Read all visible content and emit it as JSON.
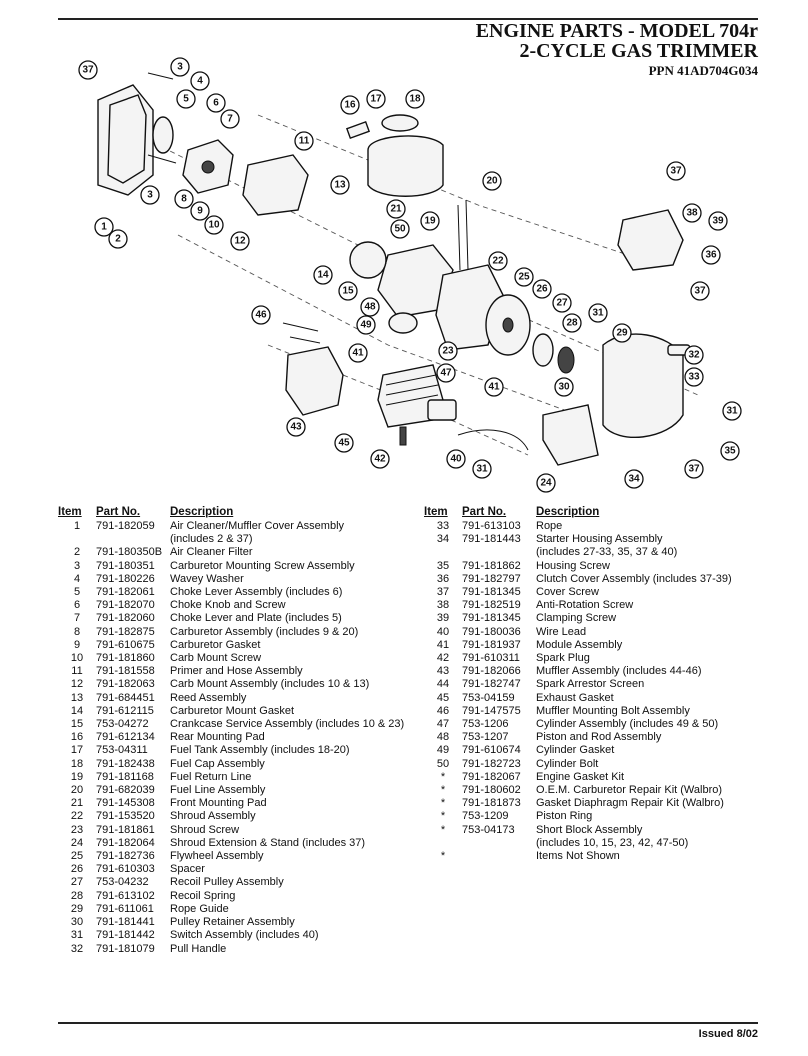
{
  "header": {
    "title_line1": "ENGINE PARTS - MODEL 704r",
    "title_line2": "2-CYCLE GAS TRIMMER",
    "ppn": "PPN 41AD704G034"
  },
  "diagram": {
    "callouts": [
      "37",
      "3",
      "4",
      "5",
      "6",
      "7",
      "16",
      "17",
      "18",
      "11",
      "13",
      "1",
      "2",
      "3",
      "8",
      "9",
      "10",
      "12",
      "20",
      "21",
      "19",
      "50",
      "37",
      "38",
      "39",
      "36",
      "37",
      "14",
      "15",
      "22",
      "25",
      "26",
      "27",
      "28",
      "31",
      "29",
      "48",
      "49",
      "46",
      "41",
      "23",
      "47",
      "32",
      "33",
      "30",
      "41",
      "43",
      "45",
      "42",
      "40",
      "31",
      "24",
      "34",
      "37",
      "35",
      "31"
    ]
  },
  "table": {
    "headers": {
      "item": "Item",
      "part": "Part No.",
      "desc": "Description"
    },
    "left": [
      {
        "item": "1",
        "part": "791-182059",
        "desc": "Air Cleaner/Muffler Cover Assembly"
      },
      {
        "item": "",
        "part": "",
        "desc": "(includes 2 & 37)"
      },
      {
        "item": "2",
        "part": "791-180350B",
        "desc": "Air Cleaner Filter"
      },
      {
        "item": "3",
        "part": "791-180351",
        "desc": "Carburetor Mounting Screw Assembly"
      },
      {
        "item": "4",
        "part": "791-180226",
        "desc": "Wavey Washer"
      },
      {
        "item": "5",
        "part": "791-182061",
        "desc": "Choke Lever Assembly (includes 6)"
      },
      {
        "item": "6",
        "part": "791-182070",
        "desc": "Choke Knob and Screw"
      },
      {
        "item": "7",
        "part": "791-182060",
        "desc": "Choke Lever and Plate (includes 5)"
      },
      {
        "item": "8",
        "part": "791-182875",
        "desc": "Carburetor Assembly (includes 9 & 20)"
      },
      {
        "item": "9",
        "part": "791-610675",
        "desc": "Carburetor Gasket"
      },
      {
        "item": "10",
        "part": "791-181860",
        "desc": "Carb Mount Screw"
      },
      {
        "item": "11",
        "part": "791-181558",
        "desc": "Primer and Hose Assembly"
      },
      {
        "item": "12",
        "part": "791-182063",
        "desc": "Carb Mount Assembly (includes 10 & 13)"
      },
      {
        "item": "13",
        "part": "791-684451",
        "desc": "Reed Assembly"
      },
      {
        "item": "14",
        "part": "791-612115",
        "desc": "Carburetor Mount Gasket"
      },
      {
        "item": "15",
        "part": "753-04272",
        "desc": "Crankcase Service Assembly (includes 10 & 23)"
      },
      {
        "item": "16",
        "part": "791-612134",
        "desc": "Rear Mounting Pad"
      },
      {
        "item": "17",
        "part": "753-04311",
        "desc": "Fuel Tank Assembly (includes 18-20)"
      },
      {
        "item": "18",
        "part": "791-182438",
        "desc": "Fuel Cap Assembly"
      },
      {
        "item": "19",
        "part": "791-181168",
        "desc": "Fuel Return Line"
      },
      {
        "item": "20",
        "part": "791-682039",
        "desc": "Fuel Line Assembly"
      },
      {
        "item": "21",
        "part": "791-145308",
        "desc": "Front Mounting Pad"
      },
      {
        "item": "22",
        "part": "791-153520",
        "desc": "Shroud Assembly"
      },
      {
        "item": "23",
        "part": "791-181861",
        "desc": "Shroud Screw"
      },
      {
        "item": "24",
        "part": "791-182064",
        "desc": "Shroud Extension & Stand (includes 37)"
      },
      {
        "item": "25",
        "part": "791-182736",
        "desc": "Flywheel Assembly"
      },
      {
        "item": "26",
        "part": "791-610303",
        "desc": "Spacer"
      },
      {
        "item": "27",
        "part": "753-04232",
        "desc": "Recoil Pulley Assembly"
      },
      {
        "item": "28",
        "part": "791-613102",
        "desc": "Recoil Spring"
      },
      {
        "item": "29",
        "part": "791-611061",
        "desc": "Rope Guide"
      },
      {
        "item": "30",
        "part": "791-181441",
        "desc": "Pulley Retainer Assembly"
      },
      {
        "item": "31",
        "part": "791-181442",
        "desc": "Switch Assembly (includes 40)"
      },
      {
        "item": "32",
        "part": "791-181079",
        "desc": "Pull Handle"
      }
    ],
    "right": [
      {
        "item": "33",
        "part": "791-613103",
        "desc": "Rope"
      },
      {
        "item": "34",
        "part": "791-181443",
        "desc": "Starter Housing Assembly"
      },
      {
        "item": "",
        "part": "",
        "desc": "(includes 27-33, 35, 37 & 40)"
      },
      {
        "item": "35",
        "part": "791-181862",
        "desc": "Housing Screw"
      },
      {
        "item": "36",
        "part": "791-182797",
        "desc": "Clutch Cover Assembly (includes 37-39)"
      },
      {
        "item": "37",
        "part": "791-181345",
        "desc": "Cover Screw"
      },
      {
        "item": "38",
        "part": "791-182519",
        "desc": "Anti-Rotation Screw"
      },
      {
        "item": "39",
        "part": "791-181345",
        "desc": "Clamping Screw"
      },
      {
        "item": "40",
        "part": "791-180036",
        "desc": "Wire Lead"
      },
      {
        "item": "41",
        "part": "791-181937",
        "desc": "Module Assembly"
      },
      {
        "item": "42",
        "part": "791-610311",
        "desc": "Spark Plug"
      },
      {
        "item": "43",
        "part": "791-182066",
        "desc": "Muffler Assembly (includes 44-46)"
      },
      {
        "item": "44",
        "part": "791-182747",
        "desc": "Spark Arrestor Screen"
      },
      {
        "item": "45",
        "part": "753-04159",
        "desc": "Exhaust Gasket"
      },
      {
        "item": "46",
        "part": "791-147575",
        "desc": "Muffler Mounting Bolt Assembly"
      },
      {
        "item": "47",
        "part": "753-1206",
        "desc": "Cylinder Assembly (includes 49 & 50)"
      },
      {
        "item": "48",
        "part": "753-1207",
        "desc": "Piston and Rod Assembly"
      },
      {
        "item": "49",
        "part": "791-610674",
        "desc": "Cylinder Gasket"
      },
      {
        "item": "50",
        "part": "791-182723",
        "desc": "Cylinder Bolt"
      },
      {
        "item": "*",
        "part": "791-182067",
        "desc": "Engine Gasket Kit"
      },
      {
        "item": "*",
        "part": "791-180602",
        "desc": "O.E.M. Carburetor Repair Kit (Walbro)"
      },
      {
        "item": "*",
        "part": "791-181873",
        "desc": "Gasket Diaphragm Repair Kit (Walbro)"
      },
      {
        "item": "*",
        "part": "753-1209",
        "desc": "Piston Ring"
      },
      {
        "item": "*",
        "part": "753-04173",
        "desc": "Short Block Assembly"
      },
      {
        "item": "",
        "part": "",
        "desc": "(includes 10, 15, 23, 42, 47-50)"
      },
      {
        "item": "",
        "part": "",
        "desc": ""
      },
      {
        "item": "",
        "part": "",
        "desc": ""
      },
      {
        "item": "*",
        "part": "",
        "desc": "Items Not Shown"
      }
    ]
  },
  "footer": {
    "issued": "Issued 8/02"
  }
}
